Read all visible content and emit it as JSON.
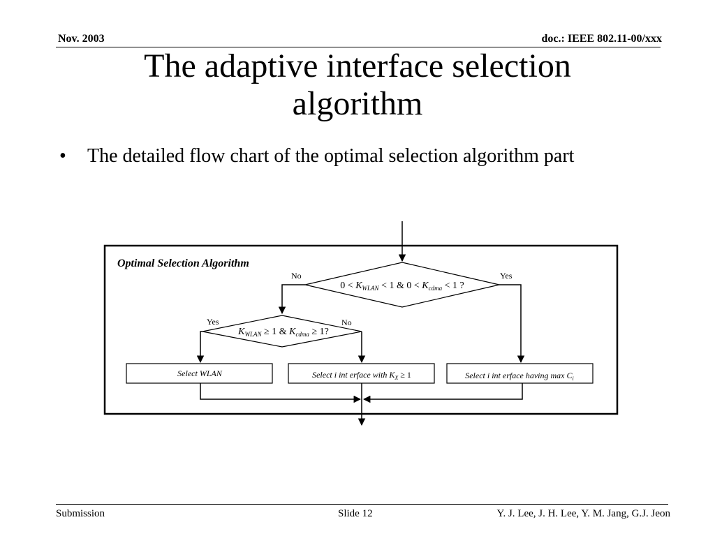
{
  "header": {
    "date": "Nov. 2003",
    "doc": "doc.: IEEE 802.11-00/xxx"
  },
  "slide": {
    "title_line1": "The adaptive interface selection",
    "title_line2": "algorithm",
    "bullet_symbol": "•",
    "bullet": "The detailed flow chart of the optimal selection algorithm part"
  },
  "flowchart": {
    "frame_label": "Optimal Selection Algorithm",
    "decision1": {
      "lead": "0 <",
      "k1": "K",
      "k1_sub": "WLAN",
      "mid": "< 1  &  0 <",
      "k2": "K",
      "k2_sub": "cdma",
      "tail": "< 1  ?",
      "no": "No",
      "yes": "Yes"
    },
    "decision2": {
      "k1": "K",
      "k1_sub": "WLAN",
      "mid": "≥ 1  &",
      "k2": "K",
      "k2_sub": "cdma",
      "tail": "≥ 1?",
      "yes": "Yes",
      "no": "No"
    },
    "box1": "Select WLAN",
    "box2": {
      "text": "Select  i int erface  with",
      "k": "K",
      "k_sub": "X",
      "tail": "≥ 1"
    },
    "box3": {
      "text": "Select  i int erface  having  max",
      "c": "C",
      "c_sub": "i"
    }
  },
  "footer": {
    "left": "Submission",
    "middle": "Slide 12",
    "right": "Y. J. Lee, J. H. Lee, Y. M. Jang, G.J. Jeon"
  }
}
